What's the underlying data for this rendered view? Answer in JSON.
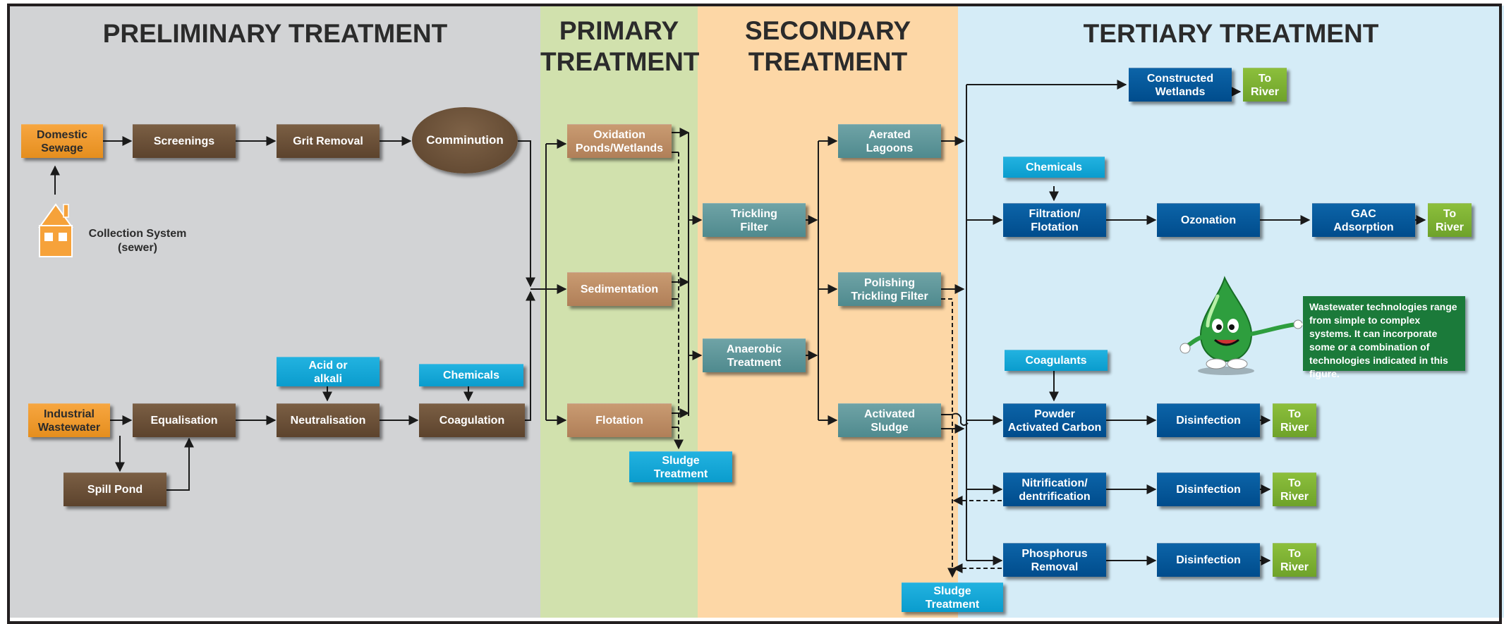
{
  "zones": {
    "preliminary": "PRELIMINARY TREATMENT",
    "primary": "PRIMARY\nTREATMENT",
    "secondary": "SECONDARY\nTREATMENT",
    "tertiary": "TERTIARY TREATMENT"
  },
  "preliminary": {
    "domestic_sewage": "Domestic\nSewage",
    "screenings": "Screenings",
    "grit_removal": "Grit Removal",
    "comminution": "Comminution",
    "collection_system": "Collection System\n(sewer)",
    "industrial_wastewater": "Industrial\nWastewater",
    "equalisation": "Equalisation",
    "spill_pond": "Spill Pond",
    "acid_or_alkali": "Acid or\nalkali",
    "neutralisation": "Neutralisation",
    "chemicals": "Chemicals",
    "coagulation": "Coagulation"
  },
  "primary": {
    "oxidation_ponds": "Oxidation\nPonds/Wetlands",
    "sedimentation": "Sedimentation",
    "flotation": "Flotation",
    "sludge_treatment": "Sludge\nTreatment"
  },
  "secondary": {
    "trickling_filter": "Trickling\nFilter",
    "anaerobic_treatment": "Anaerobic\nTreatment",
    "aerated_lagoons": "Aerated\nLagoons",
    "polishing_trickling_filter": "Polishing\nTrickling Filter",
    "activated_sludge": "Activated\nSludge",
    "sludge_treatment": "Sludge\nTreatment"
  },
  "tertiary": {
    "constructed_wetlands": "Constructed\nWetlands",
    "chemicals": "Chemicals",
    "filtration_flotation": "Filtration/\nFlotation",
    "ozonation": "Ozonation",
    "gac_adsorption": "GAC\nAdsorption",
    "coagulants": "Coagulants",
    "powder_activated_carbon": "Powder\nActivated Carbon",
    "nitrification": "Nitrification/\ndentrification",
    "phosphorus_removal": "Phosphorus\nRemoval",
    "disinfection": "Disinfection",
    "to_river": "To\nRiver"
  },
  "mascot_note": "Wastewater technologies range from simple to complex systems. It can incorporate some or a combination of technologies indicated in this figure.",
  "colors": {
    "preliminary_bg": "#d2d3d5",
    "primary_bg": "#d1e1ad",
    "secondary_bg": "#fdd7a6",
    "tertiary_bg": "#d5ecf7",
    "process_brown": "#6b5038",
    "primary_tan": "#c08f66",
    "secondary_teal": "#5f979a",
    "tertiary_blue": "#00589c",
    "input_cyan": "#14a8d8",
    "river_green": "#7eb135"
  }
}
